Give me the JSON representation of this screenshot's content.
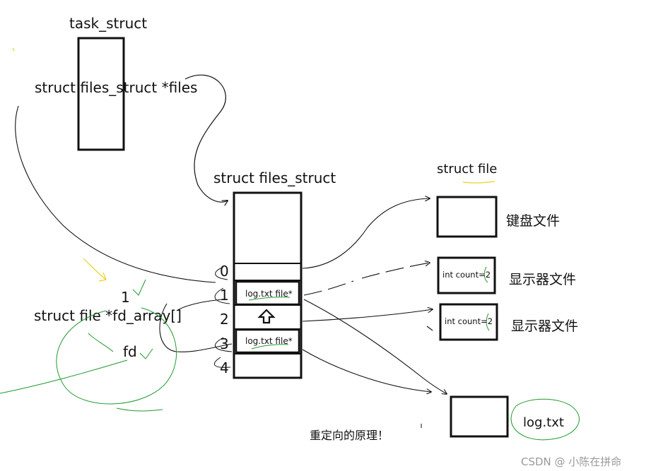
{
  "task_struct": {
    "title": "task_struct",
    "field": "struct files_struct *files"
  },
  "files_struct": {
    "title": "struct files_struct",
    "fd_array_label": "struct file *fd_array[]",
    "indices": [
      "0",
      "1",
      "2",
      "3",
      "4"
    ],
    "cells": [
      "",
      "log.txt file*",
      "",
      "log.txt file*",
      ""
    ],
    "scribble_1": "1",
    "scribble_fd": "fd"
  },
  "struct_file": {
    "title": "struct file",
    "objects": [
      {
        "content": "",
        "label": "键盘文件"
      },
      {
        "content": "int count=2",
        "label": "显示器文件"
      },
      {
        "content": "int count=2",
        "label": "显示器文件"
      }
    ]
  },
  "log_file": {
    "label": "log.txt"
  },
  "caption": "重定向的原理！",
  "watermark": "CSDN @ 小陈在拼命",
  "colors": {
    "ink": "#111111",
    "green_scribble": "#1f9a2e",
    "yellow_scribble": "#e8d21a",
    "watermark": "#9a9a9a"
  }
}
